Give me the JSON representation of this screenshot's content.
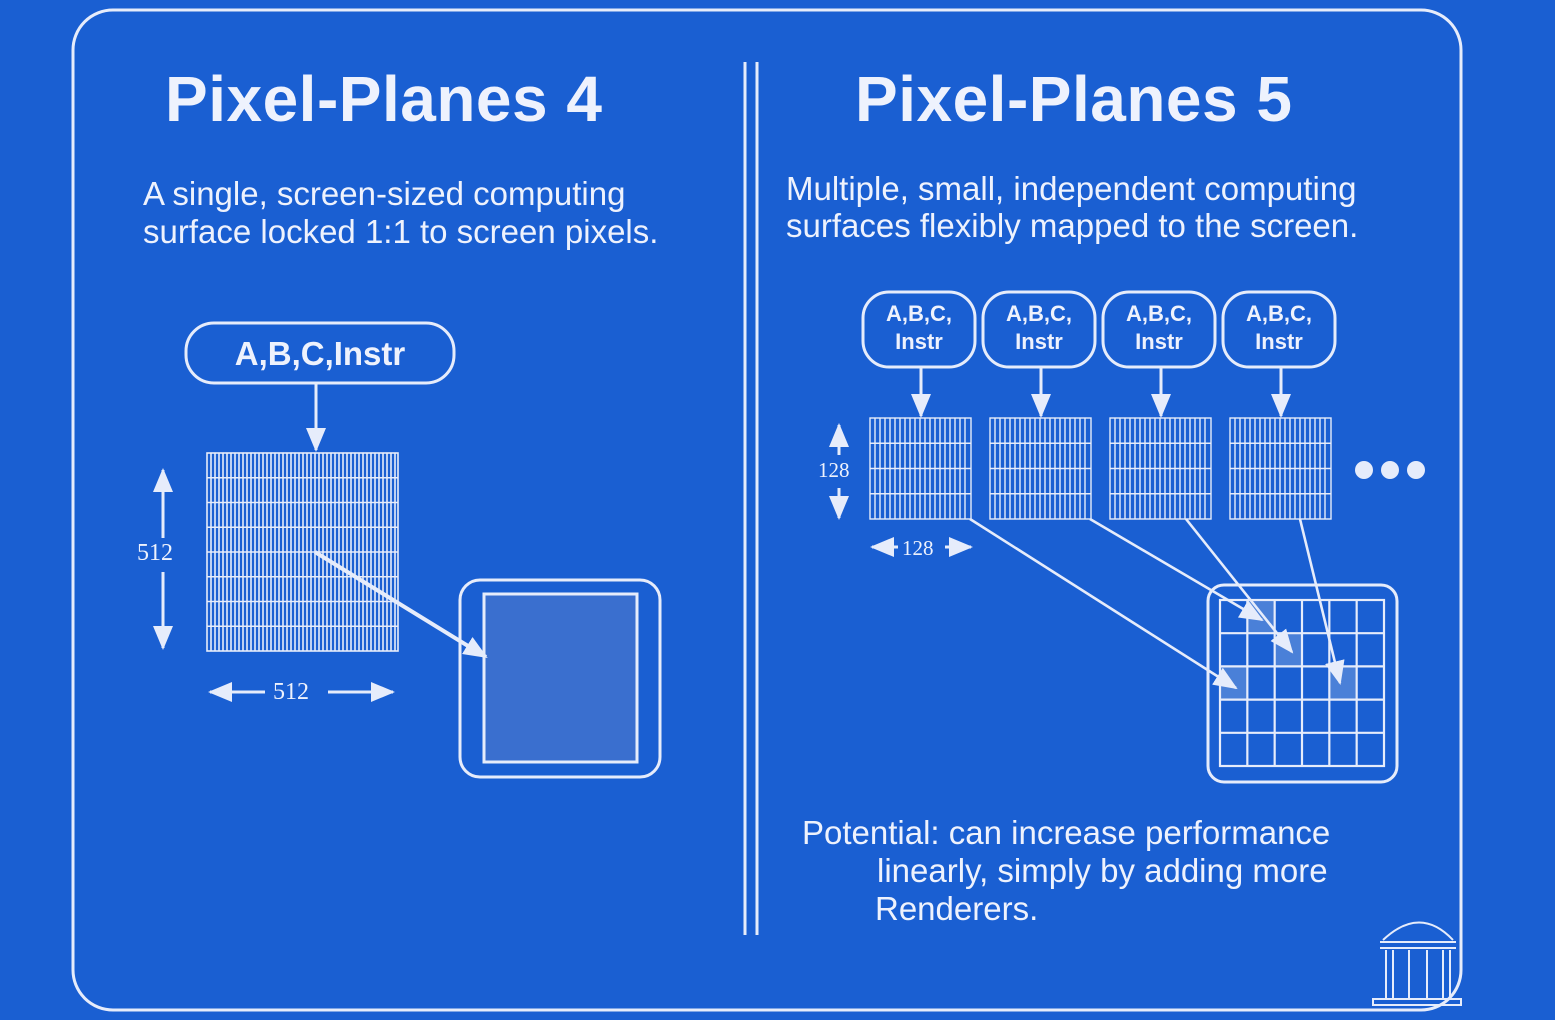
{
  "left": {
    "title": "Pixel-Planes 4",
    "subtitle_line1": "A single, screen-sized computing",
    "subtitle_line2": "surface locked 1:1 to screen pixels.",
    "input_box": "A,B,C,Instr",
    "height_label": "512",
    "width_label": "512"
  },
  "right": {
    "title": "Pixel-Planes 5",
    "subtitle_line1": "Multiple, small, independent computing",
    "subtitle_line2": "surfaces flexibly mapped to the screen.",
    "input_boxes": [
      {
        "line1": "A,B,C,",
        "line2": "Instr"
      },
      {
        "line1": "A,B,C,",
        "line2": "Instr"
      },
      {
        "line1": "A,B,C,",
        "line2": "Instr"
      },
      {
        "line1": "A,B,C,",
        "line2": "Instr"
      }
    ],
    "height_label": "128",
    "width_label": "128",
    "note_line1": "Potential: can increase performance",
    "note_line2": "linearly, simply by adding more",
    "note_line3": "Renderers."
  },
  "colors": {
    "background": "#1a5fd2",
    "line": "#e6ecfb"
  }
}
